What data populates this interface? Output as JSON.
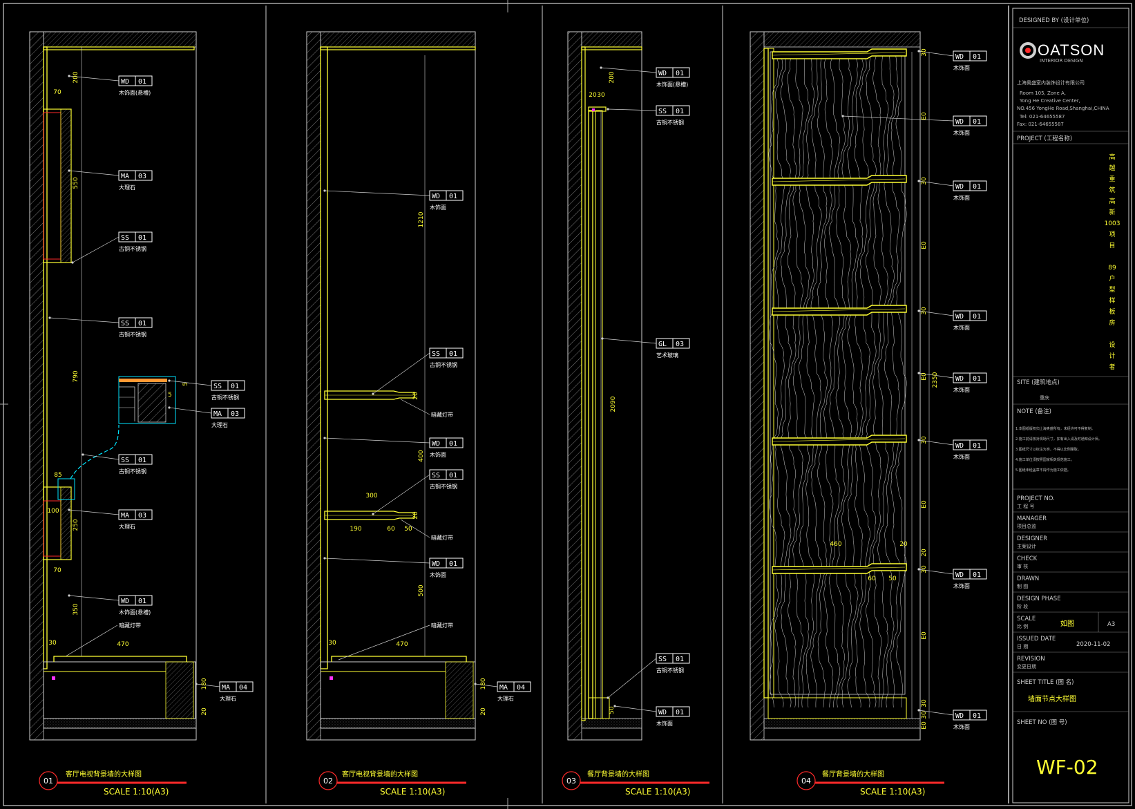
{
  "sheet": {
    "designed_by": "DESIGNED BY (设计单位)",
    "logo": "OATSON",
    "logo_sub": "INTERIOR DESIGN",
    "company_cn": "上海奥盛室内装饰设计有限公司",
    "address": [
      "Room 105, Zone A,",
      "Yong He Creative Center,",
      "NO.456 YongHe Road,Shanghai,CHINA",
      "Tel:    021-64655587",
      "Fax:   021-64655587"
    ],
    "project_label": "PROJECT (工程名称)",
    "project_name_vertical": [
      "高",
      "越",
      "重",
      "筑",
      "高",
      "新",
      "1003",
      "项",
      "目",
      "",
      "89",
      "户",
      "型",
      "样",
      "板",
      "房",
      "",
      "设",
      "计",
      "者"
    ],
    "site_label": "SITE (建筑地点)",
    "site_value": "重庆",
    "note_label": "NOTE (备注)",
    "notes": [
      "1.本图纸版权归上海奥盛所有，未经许可不得复制。",
      "2.施工前请核对现场尺寸，如有出入请及时通知设计师。",
      "3.图纸尺寸以标注为准，不得以比例量取。",
      "4.施工单位须按照国家相关规范施工。",
      "5.图纸未经盖章不得作为施工依据。"
    ],
    "rows": [
      {
        "en": "PROJECT NO.",
        "cn": "工 程 号",
        "value": ""
      },
      {
        "en": "MANAGER",
        "cn": "项目总监",
        "value": ""
      },
      {
        "en": "DESIGNER",
        "cn": "主案设计",
        "value": ""
      },
      {
        "en": "CHECK",
        "cn": "审  核",
        "value": ""
      },
      {
        "en": "DRAWN",
        "cn": "制  图",
        "value": ""
      },
      {
        "en": "DESIGN PHASE",
        "cn": "阶  段",
        "value": ""
      },
      {
        "en": "SCALE",
        "cn": "比  例",
        "value": "如图",
        "extra": "A3"
      },
      {
        "en": "ISSUED DATE",
        "cn": "日  期",
        "value": "2020-11-02"
      },
      {
        "en": "REVISION",
        "cn": "变更日期",
        "value": ""
      }
    ],
    "sheet_title_label": "SHEET TITLE (图  名)",
    "sheet_title": "墙面节点大样图",
    "sheet_no_label": "SHEET NO (图  号)",
    "sheet_no": "WF-02"
  },
  "details": [
    {
      "num": "01",
      "title": "客厅电视背景墙的大样图",
      "scale": "SCALE 1:10(A3)"
    },
    {
      "num": "02",
      "title": "客厅电视背景墙的大样图",
      "scale": "SCALE 1:10(A3)"
    },
    {
      "num": "03",
      "title": "餐厅背景墙的大样图",
      "scale": "SCALE 1:10(A3)"
    },
    {
      "num": "04",
      "title": "餐厅背景墙的大样图",
      "scale": "SCALE 1:10(A3)"
    }
  ],
  "tags": {
    "d1": [
      {
        "code": "WD",
        "n": "01",
        "cn": "木饰面(悬槽)"
      },
      {
        "code": "MA",
        "n": "03",
        "cn": "大理石"
      },
      {
        "code": "SS",
        "n": "01",
        "cn": "古铜不锈钢"
      },
      {
        "code": "SS",
        "n": "01",
        "cn": "古铜不锈钢"
      },
      {
        "code": "SS",
        "n": "01",
        "cn": "古铜不锈钢"
      },
      {
        "code": "MA",
        "n": "03",
        "cn": "大理石"
      },
      {
        "code": "SS",
        "n": "01",
        "cn": "古铜不锈钢"
      },
      {
        "code": "MA",
        "n": "03",
        "cn": "大理石"
      },
      {
        "code": "WD",
        "n": "01",
        "cn": "木饰面(悬槽)"
      },
      {
        "code": "MA",
        "n": "04",
        "cn": "大理石"
      }
    ],
    "d2": [
      {
        "code": "WD",
        "n": "01",
        "cn": "木饰面"
      },
      {
        "code": "SS",
        "n": "01",
        "cn": "古铜不锈钢"
      },
      {
        "code": "WD",
        "n": "01",
        "cn": "木饰面"
      },
      {
        "code": "SS",
        "n": "01",
        "cn": "古铜不锈钢"
      },
      {
        "code": "WD",
        "n": "01",
        "cn": "木饰面"
      },
      {
        "code": "MA",
        "n": "04",
        "cn": "大理石"
      }
    ],
    "d3": [
      {
        "code": "WD",
        "n": "01",
        "cn": "木饰面(悬槽)"
      },
      {
        "code": "SS",
        "n": "01",
        "cn": "古铜不锈钢"
      },
      {
        "code": "GL",
        "n": "03",
        "cn": "艺术玻璃"
      },
      {
        "code": "SS",
        "n": "01",
        "cn": "古铜不锈钢"
      },
      {
        "code": "WD",
        "n": "01",
        "cn": "木饰面"
      }
    ],
    "d4": [
      {
        "code": "WD",
        "n": "01",
        "cn": "木饰面"
      },
      {
        "code": "WD",
        "n": "01",
        "cn": "木饰面"
      },
      {
        "code": "WD",
        "n": "01",
        "cn": "木饰面"
      },
      {
        "code": "WD",
        "n": "01",
        "cn": "木饰面"
      },
      {
        "code": "WD",
        "n": "01",
        "cn": "木饰面"
      },
      {
        "code": "WD",
        "n": "01",
        "cn": "木饰面"
      },
      {
        "code": "WD",
        "n": "01",
        "cn": "木饰面"
      },
      {
        "code": "WD",
        "n": "01",
        "cn": "木饰面"
      }
    ]
  },
  "notes_cn": {
    "led": "暗藏灯带"
  },
  "dims": {
    "d1": [
      "200",
      "70",
      "550",
      "790",
      "85",
      "100",
      "250",
      "70",
      "350",
      "30",
      "470",
      "180",
      "20",
      "5",
      "5"
    ],
    "d2": [
      "1210",
      "400",
      "300",
      "190",
      "60",
      "50",
      "500",
      "30",
      "470",
      "180",
      "20",
      "20",
      "20"
    ],
    "d3": [
      "200",
      "20",
      "30",
      "2090",
      "50"
    ],
    "d4": [
      "30",
      "E0",
      "30",
      "E0",
      "30",
      "E0",
      "30",
      "E0",
      "30",
      "E0",
      "30",
      "E0",
      "30",
      "2350",
      "460",
      "20",
      "60",
      "50",
      "20"
    ]
  },
  "colors": {
    "yellow": "#ffff33",
    "red": "#ff2a2a",
    "cyan": "#00e5ff",
    "magenta": "#ff33ff",
    "orange": "#ff9933",
    "line": "#d9d9d9"
  }
}
